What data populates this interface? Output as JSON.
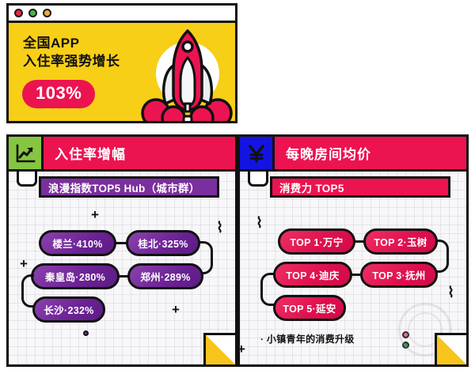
{
  "window": {
    "dots": [
      {
        "name": "close-dot",
        "color": "#e8283c"
      },
      {
        "name": "minimize-dot",
        "color": "#4cb050"
      },
      {
        "name": "maximize-dot",
        "color": "#f2a93b"
      }
    ]
  },
  "hero": {
    "title": "全国APP\n入住率强势增长",
    "badge": "103%",
    "bg_color": "#f7cf16",
    "badge_color": "#ec1351",
    "illustration": "rocket-icon"
  },
  "panels": [
    {
      "id": "occupancy-growth",
      "icon": "chart-up-icon",
      "icon_bg": "#86c541",
      "title": "入住率增幅",
      "subtitle": "浪漫指数TOP5 Hub（城市群）",
      "subtitle_bg": "#7b2f9e",
      "pill_color": "#6b2294",
      "items": [
        {
          "label": "楼兰·410%",
          "city": "楼兰",
          "value": 410
        },
        {
          "label": "桂北·325%",
          "city": "桂北",
          "value": 325
        },
        {
          "label": "秦皇岛·280%",
          "city": "秦皇岛",
          "value": 280
        },
        {
          "label": "郑州·289%",
          "city": "郑州",
          "value": 289
        },
        {
          "label": "长沙·232%",
          "city": "长沙",
          "value": 232
        }
      ]
    },
    {
      "id": "avg-room-price",
      "icon": "yen-icon",
      "icon_bg": "#1414e0",
      "title": "每晚房间均价",
      "subtitle": "消费力 TOP5",
      "subtitle_bg": "#ec1351",
      "pill_color": "#de0f4e",
      "items": [
        {
          "label": "TOP 1·万宁",
          "rank": 1,
          "city": "万宁"
        },
        {
          "label": "TOP 2·玉树",
          "rank": 2,
          "city": "玉树"
        },
        {
          "label": "TOP 4·迪庆",
          "rank": 4,
          "city": "迪庆"
        },
        {
          "label": "TOP 3·抚州",
          "rank": 3,
          "city": "抚州"
        },
        {
          "label": "TOP 5·延安",
          "rank": 5,
          "city": "延安"
        }
      ],
      "footnote": "· 小镇青年的消费升级"
    }
  ],
  "decor": {
    "plus": "+",
    "squiggle": "⌇"
  }
}
